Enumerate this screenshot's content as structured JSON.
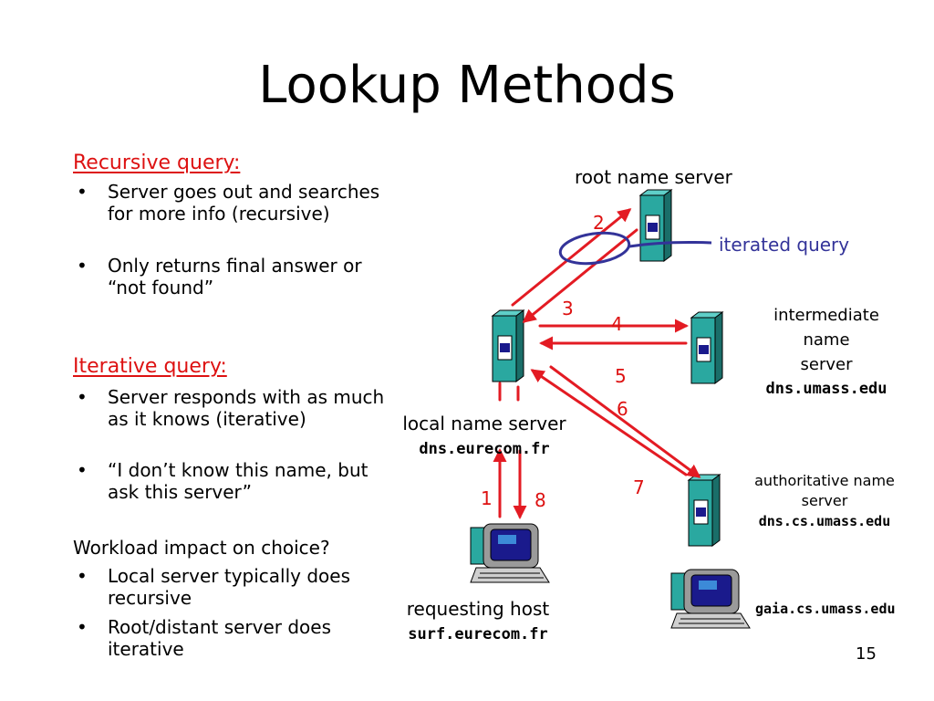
{
  "title": "Lookup Methods",
  "recursive": {
    "heading": "Recursive query:",
    "bullets": [
      "Server goes out and searches for more info (recursive)",
      "Only returns final answer or “not found”"
    ]
  },
  "iterative": {
    "heading": "Iterative query:",
    "bullets": [
      "Server responds with as much as it knows (iterative)",
      "“I don’t know this name, but ask this server”"
    ]
  },
  "workload": {
    "heading": "Workload impact on choice?",
    "bullets": [
      "Local server typically does recursive",
      "Root/distant server does iterative"
    ]
  },
  "bullet_glyph": "•",
  "diagram": {
    "root_label": "root name server",
    "iterated_label": "iterated query",
    "intermediate_label_lines": [
      "intermediate",
      "name",
      "server"
    ],
    "intermediate_host": "dns.umass.edu",
    "local_label": "local name server",
    "local_host": "dns.eurecom.fr",
    "authoritative_label_lines": [
      "authoritative name",
      "server"
    ],
    "authoritative_host": "dns.cs.umass.edu",
    "requesting_label": "requesting host",
    "requesting_host": "surf.eurecom.fr",
    "gaia_host": "gaia.cs.umass.edu",
    "steps": [
      "1",
      "2",
      "3",
      "4",
      "5",
      "6",
      "7",
      "8"
    ]
  },
  "colors": {
    "arrow": "#e31b23",
    "heading": "#dd1111",
    "iterated": "#333399",
    "server_body": "#2aa8a0",
    "server_side": "#1a6e69",
    "server_slot": "#1a1a8c"
  },
  "page_number": "15"
}
